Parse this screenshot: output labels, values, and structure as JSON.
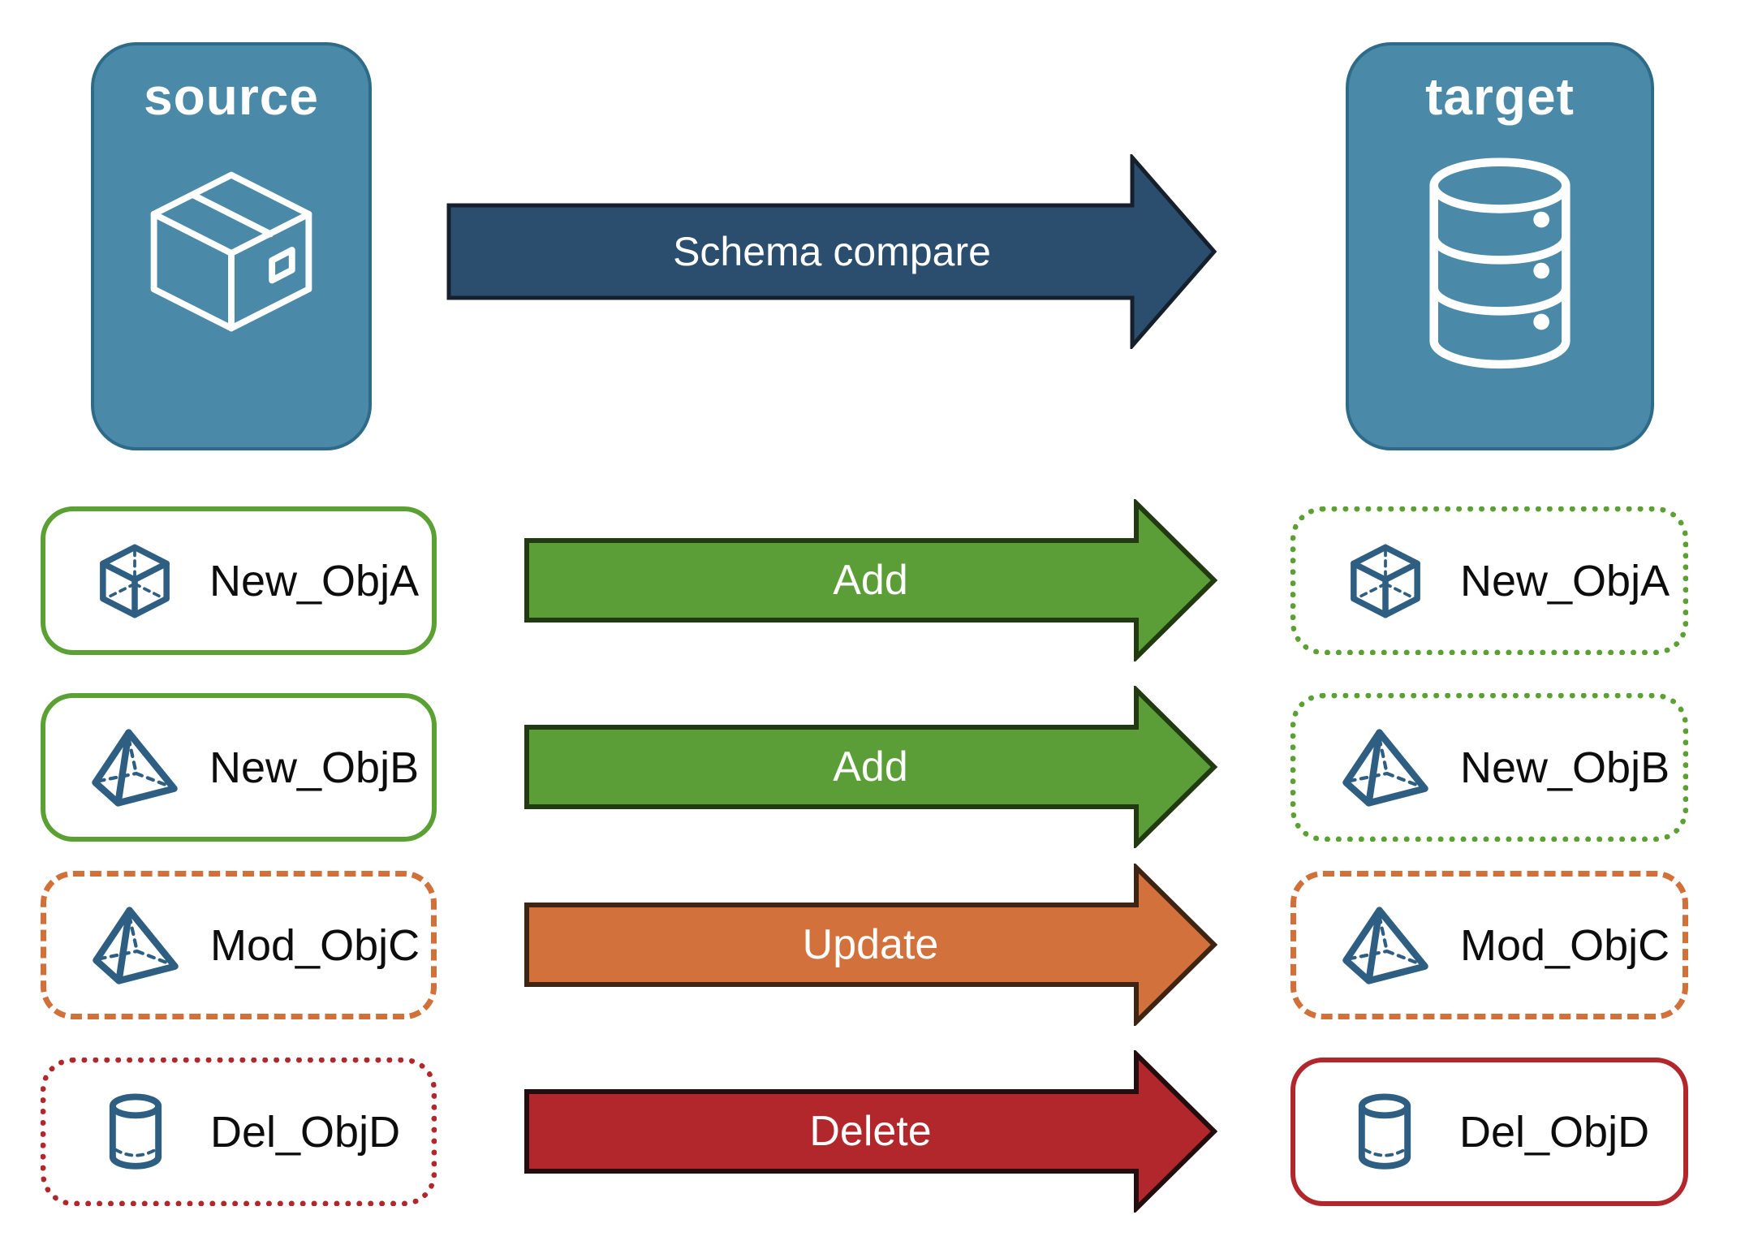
{
  "header": {
    "source_label": "source",
    "target_label": "target",
    "compare_label": "Schema compare"
  },
  "rows": [
    {
      "name": "New_ObjA",
      "action": "Add",
      "icon": "cube-icon",
      "source_border": "solid-green",
      "target_border": "dotted-green"
    },
    {
      "name": "New_ObjB",
      "action": "Add",
      "icon": "pyramid-icon",
      "source_border": "solid-green",
      "target_border": "dotted-green"
    },
    {
      "name": "Mod_ObjC",
      "action": "Update",
      "icon": "pyramid-icon",
      "source_border": "dashed-orange",
      "target_border": "dashed-orange"
    },
    {
      "name": "Del_ObjD",
      "action": "Delete",
      "icon": "cylinder-icon",
      "source_border": "dotted-red",
      "target_border": "solid-red"
    }
  ],
  "colors": {
    "card-fill": "#4a89a7",
    "card-border": "#2e6b89",
    "compare-fill": "#2b4e6e",
    "compare-border": "#15202c",
    "add-fill": "#5b9e38",
    "add-border": "#213a11",
    "update-fill": "#d2713c",
    "update-border": "#3d2413",
    "delete-fill": "#b2272b",
    "delete-border": "#230d0e",
    "green": "#5ba033",
    "orange": "#d2703a",
    "red": "#b2272b",
    "icon-blue": "#2e5f82",
    "label-text": "#0d0d0d",
    "arrow-text": "#ffffff"
  }
}
